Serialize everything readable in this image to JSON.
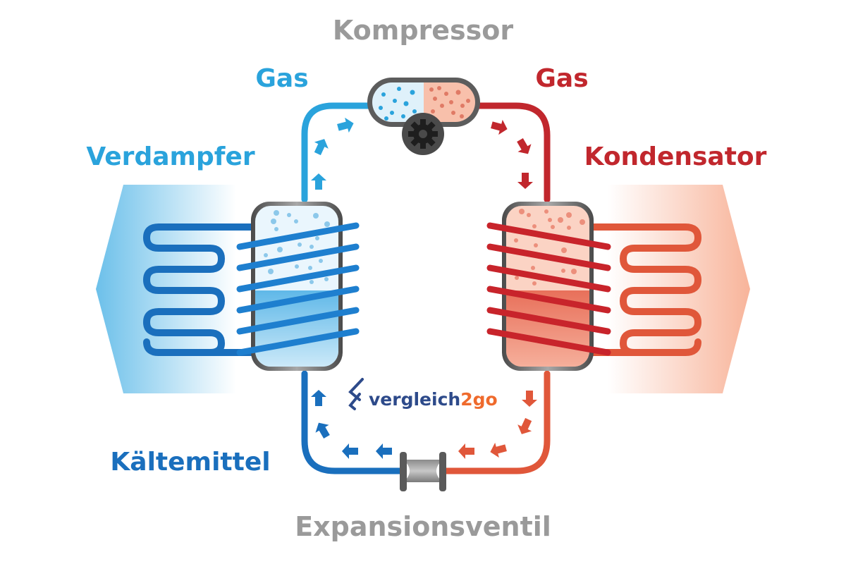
{
  "diagram": {
    "title": "Heat pump refrigeration cycle",
    "labels": {
      "compressor": "Kompressor",
      "gas_left": "Gas",
      "gas_right": "Gas",
      "evaporator": "Verdampfer",
      "condenser": "Kondensator",
      "refrigerant": "Kältemittel",
      "expansion_valve": "Expansionsventil"
    },
    "logo": {
      "part1": "vergleich",
      "part2": "2go"
    },
    "colors": {
      "cold_light": "#2aa3dc",
      "cold_dark": "#1a6fbd",
      "hot_dark": "#c1272d",
      "hot_light": "#e0573a",
      "label_gray": "#9a9a9a",
      "logo_blue": "#2d4a8a",
      "logo_orange": "#ef6a2c",
      "metal": "#6e6e6e"
    },
    "flow": {
      "direction": "clockwise",
      "sequence": [
        "Verdampfer",
        "Kompressor",
        "Kondensator",
        "Expansionsventil"
      ]
    }
  }
}
